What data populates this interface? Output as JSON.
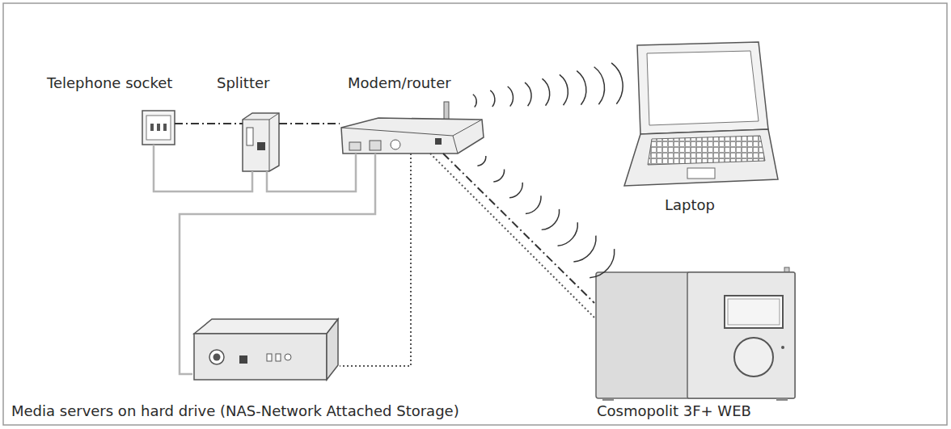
{
  "diagram": {
    "nodes": [
      {
        "text": [
          "Telephone socket"
        ]
      },
      {
        "text": [
          "Splitter"
        ]
      },
      {
        "text": [
          "Modem/router"
        ]
      },
      {
        "text": [
          "Laptop"
        ]
      },
      {
        "text": [
          "Media servers on hard drive (NAS-Network Attached Storage)"
        ]
      },
      {
        "text": [
          "Cosmopolit 3F+ WEB"
        ]
      }
    ],
    "edges": [
      {
        "from": 0,
        "to": 1,
        "arrow": "none"
      },
      {
        "from": 0,
        "to": 1,
        "arrow": "none"
      },
      {
        "from": 1,
        "to": 2,
        "arrow": "none"
      },
      {
        "from": 1,
        "to": 2,
        "arrow": "none"
      },
      {
        "from": 2,
        "to": 4,
        "arrow": "none"
      },
      {
        "from": 2,
        "to": 4,
        "arrow": "none"
      },
      {
        "from": 2,
        "to": 5,
        "arrow": "none"
      },
      {
        "from": 2,
        "to": 5,
        "arrow": "none"
      },
      {
        "from": 2,
        "to": 3,
        "arrow": "none"
      },
      {
        "from": 2,
        "to": 5,
        "arrow": "none"
      }
    ]
  }
}
